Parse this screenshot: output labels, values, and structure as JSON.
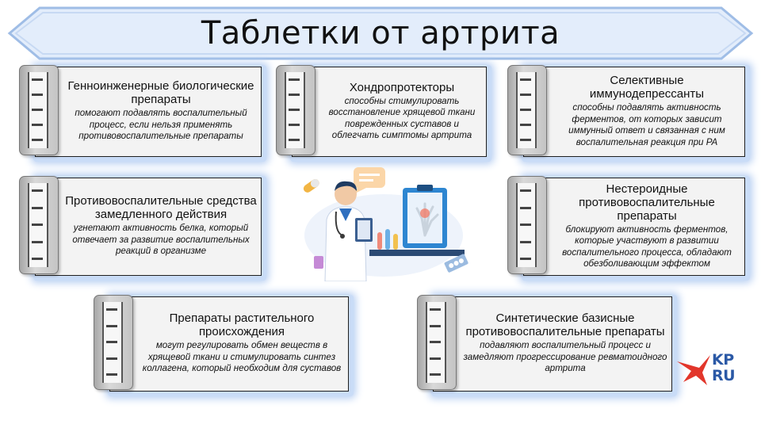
{
  "title": "Таблетки от артрита",
  "colors": {
    "banner_fill": "#e3edfb",
    "banner_stroke": "#9fbde6",
    "card_glow": "#c9dcf7",
    "logo_blue": "#2b59a6",
    "logo_red": "#e2362b"
  },
  "cards": [
    {
      "title": "Генноинженерные биологические препараты",
      "desc": "помогают подавлять воспалительный процесс, если нельзя применять противовоспалительные препараты"
    },
    {
      "title": "Хондропротекторы",
      "desc": "способны стимулировать восстановление хрящевой ткани поврежденных суставов и облегчать симптомы артрита"
    },
    {
      "title": "Селективные иммунодепрессанты",
      "desc": "способны подавлять активность ферментов, от которых зависит иммунный ответ и связанная с ним воспалительная реакция при РА"
    },
    {
      "title": "Противовоспалительные средства замедленного действия",
      "desc": "угнетают активность белка, который отвечает за развитие воспалительных реакций в организме"
    },
    {
      "title": "Нестероидные противовоспалительные препараты",
      "desc": "блокируют активность ферментов, которые участвуют в развитии воспалительного процесса, обладают обезболивающим эффектом"
    },
    {
      "title": "Препараты растительного происхождения",
      "desc": "могут регулировать обмен веществ в хрящевой ткани и стимулировать синтез коллагена, который необходим для суставов"
    },
    {
      "title": "Синтетические базисные противовоспалительные препараты",
      "desc": "подавляют воспалительный процесс и замедляют прогрессирование ревматоидного артрита"
    }
  ],
  "illustration": {
    "icon": "doctor-with-clipboard-illustration"
  },
  "logo": {
    "line1": "KP",
    "line2": "RU",
    "icon": "swallow-bird-icon"
  }
}
